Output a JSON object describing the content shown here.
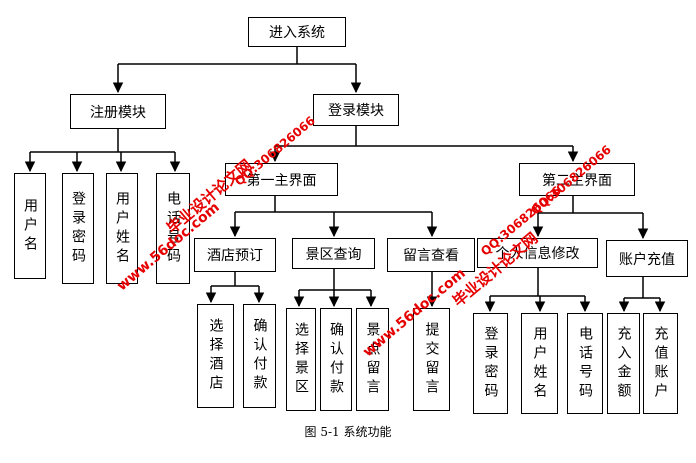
{
  "nodes": {
    "root": "进入系统",
    "register": "注册模块",
    "login": "登录模块",
    "reg_username": "用户名",
    "reg_password": "登录密码",
    "reg_realname": "用户姓名",
    "reg_phone": "电话号码",
    "main1": "第一主界面",
    "main2": "第二主界面",
    "hotel": "酒店预订",
    "scenic": "景区查询",
    "message": "留言查看",
    "info_edit": "个人信息修改",
    "recharge": "账户充值",
    "choose_hotel": "选择酒店",
    "confirm_pay_hotel": "确认付款",
    "choose_scenic": "选择景区",
    "confirm_pay_scenic": "确认付款",
    "spot_message": "景点留言",
    "submit_message": "提交留言",
    "edit_password": "登录密码",
    "edit_realname": "用户姓名",
    "edit_phone": "电话号码",
    "charge_amount": "充入金额",
    "charge_account": "充值账户"
  },
  "caption": "图 5-1  系统功能",
  "watermarks": {
    "qq": "QQ:306826066",
    "brand": "毕业设计论文网",
    "url": "www.56doc.com"
  },
  "colors": {
    "line": "#000000",
    "watermark": "#e60000"
  }
}
